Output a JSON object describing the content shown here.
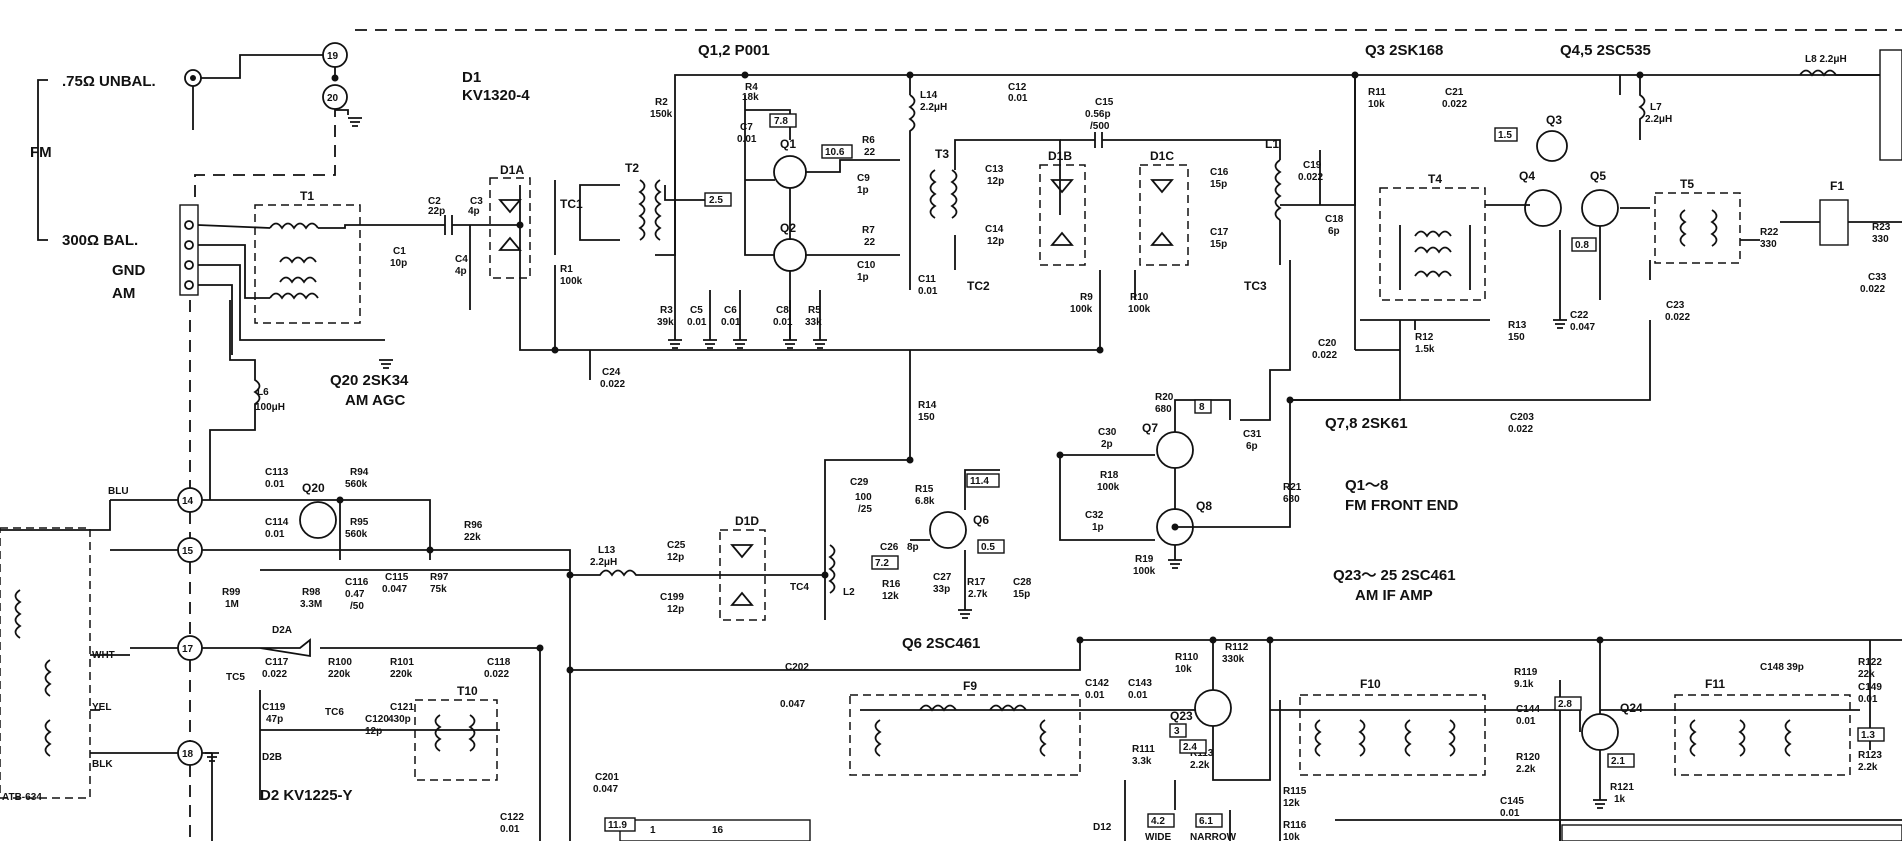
{
  "antenna": {
    "fm": "FM",
    "unbal": ".75Ω UNBAL.",
    "bal": "300Ω BAL.",
    "gnd": "GND",
    "am": "AM"
  },
  "terminals": [
    "19",
    "20",
    "14",
    "15",
    "17",
    "18"
  ],
  "wires": {
    "blu": "BLU",
    "wht": "WHT",
    "yel": "YEL",
    "blk": "BLK"
  },
  "headers": {
    "d1": "D1",
    "d1_part": "KV1320-4",
    "q12": "Q1,2  P001",
    "q3": "Q3  2SK168",
    "q45": "Q4,5  2SC535",
    "q20": "Q20  2SK34",
    "q20_func": "AM  AGC",
    "q78": "Q7,8  2SK61",
    "q6": "Q6  2SC461",
    "fe_range": "Q1～8",
    "fe_title": "FM FRONT END",
    "if_range": "Q23～ 25   2SC461",
    "if_title": "AM IF AMP",
    "d2": "D2  KV1225-Y",
    "at": "ATB-634",
    "wide": "WIDE",
    "narrow": "NARROW",
    "d12": "D12"
  },
  "voltages": [
    "7.8",
    "10.6",
    "2.5",
    "1.5",
    "0.8",
    "8",
    "11.4",
    "7.2",
    "0.5",
    "3",
    "2.4",
    "2.8",
    "2.1",
    "1.3",
    "4.2",
    "6.1",
    "11.9"
  ],
  "components": [
    {
      "id": "C1",
      "v": "10p"
    },
    {
      "id": "C2",
      "v": "22p"
    },
    {
      "id": "C3",
      "v": "4p"
    },
    {
      "id": "C4",
      "v": "4p"
    },
    {
      "id": "R1",
      "v": "100k"
    },
    {
      "id": "R2",
      "v": "150k"
    },
    {
      "id": "R3",
      "v": "39k"
    },
    {
      "id": "R4",
      "v": "18k"
    },
    {
      "id": "R5",
      "v": "33k"
    },
    {
      "id": "R6",
      "v": "22"
    },
    {
      "id": "R7",
      "v": "22"
    },
    {
      "id": "C5",
      "v": "0.01"
    },
    {
      "id": "C6",
      "v": "0.01"
    },
    {
      "id": "C7",
      "v": "0.01"
    },
    {
      "id": "C8",
      "v": "0.01"
    },
    {
      "id": "C9",
      "v": "1p"
    },
    {
      "id": "C10",
      "v": "1p"
    },
    {
      "id": "C11",
      "v": "0.01"
    },
    {
      "id": "C12",
      "v": "0.01"
    },
    {
      "id": "L14",
      "v": "2.2μH"
    },
    {
      "id": "C13",
      "v": "12p"
    },
    {
      "id": "C14",
      "v": "12p"
    },
    {
      "id": "C15",
      "v": "0.56p /500"
    },
    {
      "id": "C16",
      "v": "15p"
    },
    {
      "id": "C17",
      "v": "15p"
    },
    {
      "id": "R9",
      "v": "100k"
    },
    {
      "id": "R10",
      "v": "100k"
    },
    {
      "id": "C18",
      "v": "6p"
    },
    {
      "id": "C19",
      "v": "0.022"
    },
    {
      "id": "R11",
      "v": "10k"
    },
    {
      "id": "C21",
      "v": "0.022"
    },
    {
      "id": "L7",
      "v": "2.2μH"
    },
    {
      "id": "L8",
      "v": "2.2μH"
    },
    {
      "id": "R22",
      "v": "330"
    },
    {
      "id": "R23",
      "v": "330"
    },
    {
      "id": "C23",
      "v": "0.022"
    },
    {
      "id": "C33",
      "v": "0.022"
    },
    {
      "id": "R13",
      "v": "150"
    },
    {
      "id": "C22",
      "v": "0.047"
    },
    {
      "id": "R12",
      "v": "1.5k"
    },
    {
      "id": "C20",
      "v": "0.022"
    },
    {
      "id": "C24",
      "v": "0.022"
    },
    {
      "id": "L6",
      "v": "100μH"
    },
    {
      "id": "R14",
      "v": "150"
    },
    {
      "id": "R20",
      "v": "680"
    },
    {
      "id": "C31",
      "v": "6p"
    },
    {
      "id": "C203",
      "v": "0.022"
    },
    {
      "id": "C30",
      "v": "2p"
    },
    {
      "id": "R18",
      "v": "100k"
    },
    {
      "id": "R21",
      "v": "680"
    },
    {
      "id": "C32",
      "v": "1p"
    },
    {
      "id": "R19",
      "v": "100k"
    },
    {
      "id": "C29",
      "v": "100 /25"
    },
    {
      "id": "R15",
      "v": "6.8k"
    },
    {
      "id": "C26",
      "v": "8p"
    },
    {
      "id": "R16",
      "v": "12k"
    },
    {
      "id": "C27",
      "v": "33p"
    },
    {
      "id": "R17",
      "v": "2.7k"
    },
    {
      "id": "C28",
      "v": "15p"
    },
    {
      "id": "C25",
      "v": "12p"
    },
    {
      "id": "C199",
      "v": "12p"
    },
    {
      "id": "L13",
      "v": "2.2μH"
    },
    {
      "id": "C113",
      "v": "0.01"
    },
    {
      "id": "R94",
      "v": "560k"
    },
    {
      "id": "C114",
      "v": "0.01"
    },
    {
      "id": "R95",
      "v": "560k"
    },
    {
      "id": "R96",
      "v": "22k"
    },
    {
      "id": "R99",
      "v": "1M"
    },
    {
      "id": "R98",
      "v": "3.3M"
    },
    {
      "id": "C116",
      "v": "0.47 /50"
    },
    {
      "id": "C115",
      "v": "0.047"
    },
    {
      "id": "R97",
      "v": "75k"
    },
    {
      "id": "C117",
      "v": "0.022"
    },
    {
      "id": "R100",
      "v": "220k"
    },
    {
      "id": "R101",
      "v": "220k"
    },
    {
      "id": "C118",
      "v": "0.022"
    },
    {
      "id": "C119",
      "v": "47p"
    },
    {
      "id": "C121",
      "v": "430p"
    },
    {
      "id": "C120",
      "v": "12p"
    },
    {
      "id": "C122",
      "v": "0.01"
    },
    {
      "id": "C201",
      "v": "0.047"
    },
    {
      "id": "C202",
      "v": "0.047"
    },
    {
      "id": "C142",
      "v": "0.01"
    },
    {
      "id": "C143",
      "v": "0.01"
    },
    {
      "id": "R110",
      "v": "10k"
    },
    {
      "id": "R112",
      "v": "330k"
    },
    {
      "id": "R111",
      "v": "3.3k"
    },
    {
      "id": "R113",
      "v": "2.2k"
    },
    {
      "id": "R115",
      "v": "12k"
    },
    {
      "id": "R116",
      "v": "10k"
    },
    {
      "id": "R119",
      "v": "9.1k"
    },
    {
      "id": "C144",
      "v": "0.01"
    },
    {
      "id": "R120",
      "v": "2.2k"
    },
    {
      "id": "C145",
      "v": "0.01"
    },
    {
      "id": "R121",
      "v": "1k"
    },
    {
      "id": "C148",
      "v": "39p"
    },
    {
      "id": "R122",
      "v": "22k"
    },
    {
      "id": "C149",
      "v": "0.01"
    },
    {
      "id": "R123",
      "v": "2.2k"
    }
  ]
}
